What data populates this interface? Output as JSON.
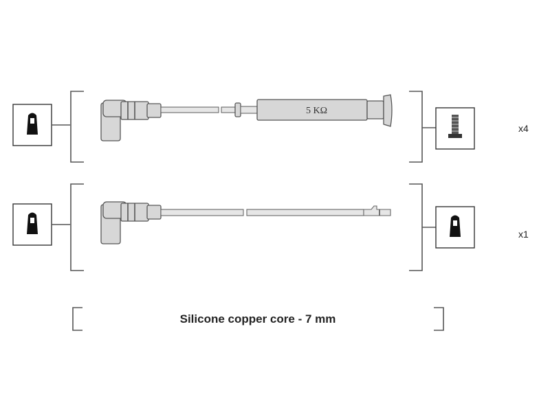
{
  "lead_top": {
    "resistor_label": "5 KΩ",
    "quantity": "x4",
    "left_connector_icon": "boot-terminal-icon",
    "right_connector_icon": "screw-terminal-icon"
  },
  "lead_bottom": {
    "quantity": "x1",
    "left_connector_icon": "boot-terminal-icon",
    "right_connector_icon": "boot-terminal-icon"
  },
  "caption": "Silicone copper core - 7 mm",
  "colors": {
    "line": "#555555",
    "part_fill": "#d7d7d7",
    "icon_fill": "#111111"
  }
}
